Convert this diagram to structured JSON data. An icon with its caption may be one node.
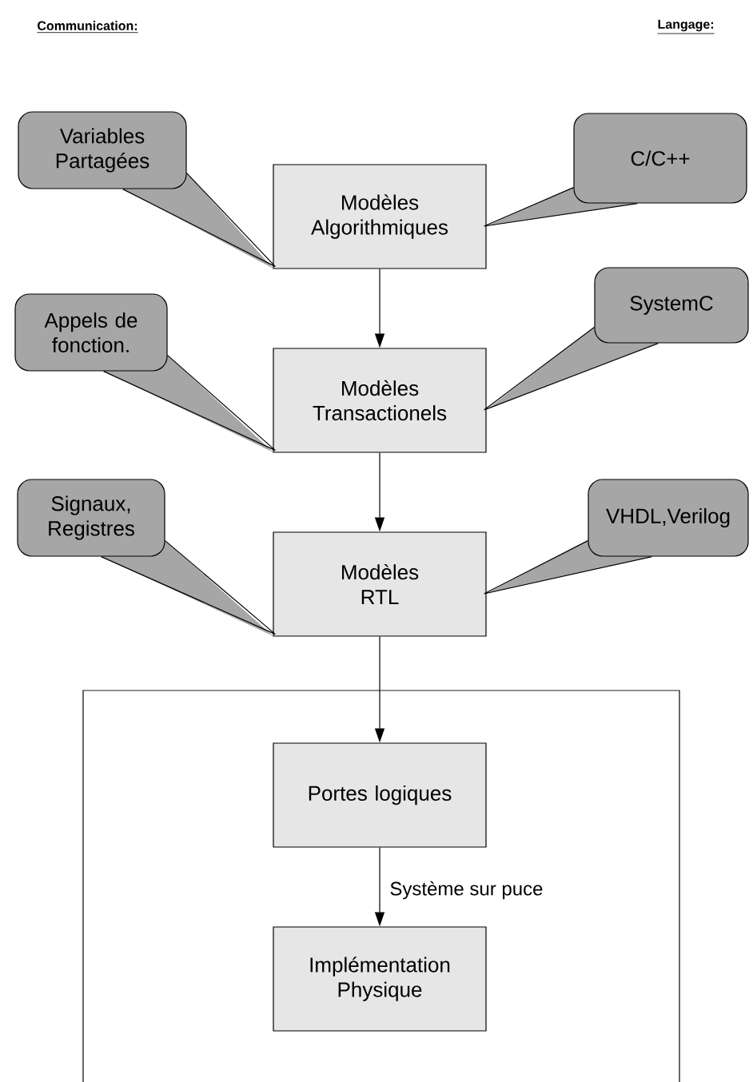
{
  "diagram": {
    "nodes": [
      {
        "text": [
          "Variables Partagées"
        ]
      },
      {
        "text": [
          "Modèles Algorithmiques"
        ]
      },
      {
        "text": [
          "C/C++"
        ]
      },
      {
        "text": [
          "Appels de fonction."
        ]
      },
      {
        "text": [
          "Modèles Transactionels"
        ]
      },
      {
        "text": [
          "SystemC"
        ]
      },
      {
        "text": [
          "Signaux, Registres"
        ]
      },
      {
        "text": [
          "Modèles RTL"
        ]
      },
      {
        "text": [
          "VHDL,Verilog"
        ]
      },
      {
        "text": [],
        "shape": "box"
      },
      {
        "text": [
          "Portes logiques"
        ],
        "in": 9
      },
      {
        "text": [
          "Implémentation Physique"
        ],
        "in": 9
      }
    ],
    "edges": [
      {
        "from": 1,
        "to": 4,
        "arrow": "to"
      },
      {
        "from": 4,
        "to": 7,
        "arrow": "to"
      },
      {
        "from": 7,
        "to": 10,
        "arrow": "to"
      },
      {
        "from": 10,
        "to": 11,
        "arrow": "to",
        "label": "Système sur puce"
      },
      {
        "from": 0,
        "to": 1,
        "arrow": "none"
      },
      {
        "from": 2,
        "to": 1,
        "arrow": "none"
      },
      {
        "from": 3,
        "to": 4,
        "arrow": "none"
      },
      {
        "from": 5,
        "to": 4,
        "arrow": "none"
      },
      {
        "from": 6,
        "to": 7,
        "arrow": "none"
      },
      {
        "from": 8,
        "to": 7,
        "arrow": "none"
      }
    ],
    "labels": [
      "Communication:",
      "Langage:"
    ]
  }
}
